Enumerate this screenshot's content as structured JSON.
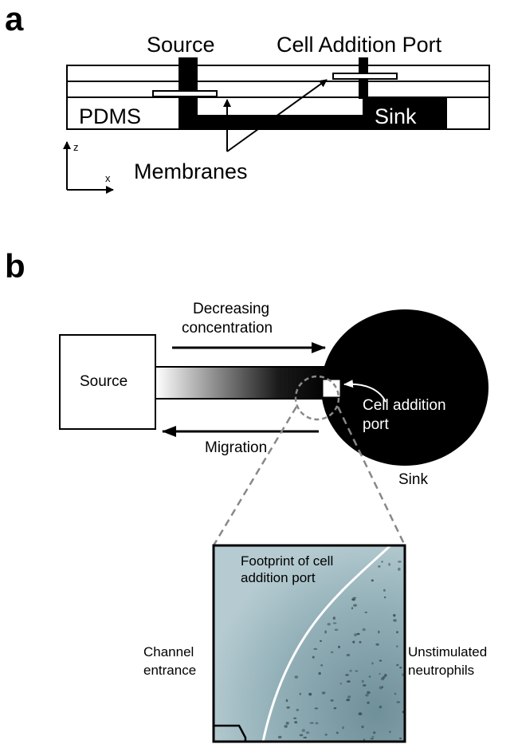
{
  "panel_a": {
    "letter": "a",
    "source": "Source",
    "cell_addition_port": "Cell Addition Port",
    "pdms": "PDMS",
    "sink": "Sink",
    "membranes": "Membranes",
    "axis_z": "z",
    "axis_x": "x"
  },
  "panel_b": {
    "letter": "b",
    "source": "Source",
    "decreasing_line1": "Decreasing",
    "decreasing_line2": "concentration",
    "migration": "Migration",
    "cell_addition_line1": "Cell addition",
    "cell_addition_line2": "port",
    "sink": "Sink",
    "footprint_line1": "Footprint of cell",
    "footprint_line2": "addition port",
    "channel_line1": "Channel",
    "channel_line2": "entrance",
    "unstim_line1": "Unstimulated",
    "unstim_line2": "neutrophils"
  },
  "colors": {
    "ink": "#000000",
    "micrograph_bg": "#a9c2c9",
    "micrograph_dark": "#7f9ea8",
    "dashed_outline": "#888888"
  }
}
